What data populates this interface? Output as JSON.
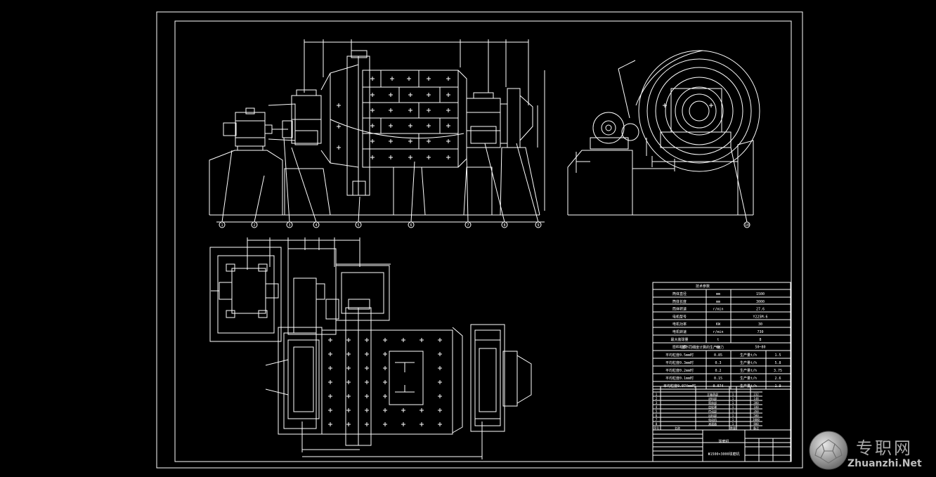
{
  "drawing": {
    "title_block": {
      "part_name": "球磨机",
      "model_code": "Φ1500×3000球磨机"
    },
    "balloons": [
      "1",
      "2",
      "3",
      "4",
      "5",
      "6",
      "7",
      "8",
      "9",
      "10"
    ],
    "specs": {
      "header": "技术参数",
      "rows": [
        {
          "label": "筒体直径",
          "unit": "mm",
          "value": "1500"
        },
        {
          "label": "筒体长度",
          "unit": "mm",
          "value": "3000"
        },
        {
          "label": "筒体转速",
          "unit": "r/min",
          "value": "27.6"
        },
        {
          "label": "电机型号",
          "unit": "",
          "value": "Y225M-6"
        },
        {
          "label": "电机功率",
          "unit": "KW",
          "value": "30"
        },
        {
          "label": "电机转速",
          "unit": "r/min",
          "value": "730"
        },
        {
          "label": "最大装球量",
          "unit": "t",
          "value": "8"
        },
        {
          "label": "给料粒度",
          "unit": "mm",
          "value": "50~80"
        }
      ],
      "capacity_header": "按不同细度计算的生产能力",
      "capacity_rows": [
        {
          "label": "平均粒度0.5mm时",
          "size": "0.85",
          "tag": "生产量t/h",
          "value": "1.5"
        },
        {
          "label": "平均粒度0.3mm时",
          "size": "0.3",
          "tag": "生产量t/h",
          "value": "5.8"
        },
        {
          "label": "平均粒度0.2mm时",
          "size": "0.2",
          "tag": "生产量t/h",
          "value": "3.75"
        },
        {
          "label": "平均粒度0.1mm时",
          "size": "0.15",
          "tag": "生产量t/h",
          "value": "2.6"
        },
        {
          "label": "平均粒度0.074mm时",
          "size": "0.074",
          "tag": "生产量t/h",
          "value": "1.9"
        }
      ]
    },
    "bom_rows": [
      {
        "no": "1",
        "name": "主轴承部",
        "qty": "1",
        "mass": "232"
      },
      {
        "no": "2",
        "name": "进料部",
        "qty": "1",
        "mass": "148"
      },
      {
        "no": "3",
        "name": "筒体部",
        "qty": "1",
        "mass": "380"
      },
      {
        "no": "4",
        "name": "齿轮罩",
        "qty": "1",
        "mass": "180"
      },
      {
        "no": "5",
        "name": "传动部",
        "qty": "1",
        "mass": "260"
      },
      {
        "no": "6",
        "name": "出料部",
        "qty": "1",
        "mass": "500"
      },
      {
        "no": "7",
        "name": "电动机",
        "qty": "1",
        "mass": "3000"
      },
      {
        "no": "8",
        "name": "减速器",
        "qty": "1",
        "mass": "800"
      }
    ],
    "bom_header": {
      "no": "序号",
      "name": "名称",
      "qty": "数量",
      "mass": "备注"
    },
    "watermark": {
      "cn": "专职网",
      "en": "Zhuanzhi.Net"
    },
    "colors": {
      "background": "#000000",
      "line": "#ffffff"
    }
  }
}
